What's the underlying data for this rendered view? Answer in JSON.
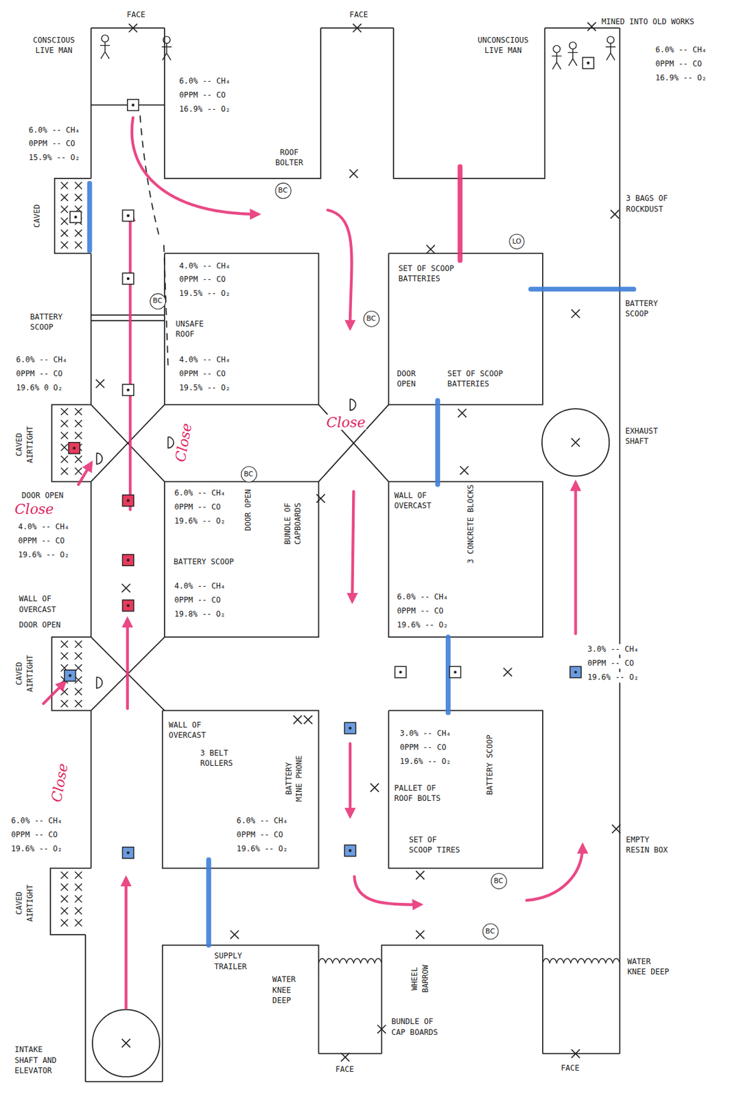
{
  "diagram": {
    "nodes": [
      {
        "text": [
          "BC"
        ]
      },
      {
        "text": [
          "LO"
        ]
      },
      {
        "text": [
          "BC"
        ]
      },
      {
        "text": [
          "BC"
        ]
      },
      {
        "text": [
          "BC"
        ]
      },
      {
        "text": [
          "BC"
        ]
      },
      {
        "text": [
          "BC"
        ]
      }
    ],
    "labels": [
      "FACE",
      "FACE",
      "MINED INTO OLD WORKS",
      "CONSCIOUS LIVE MAN",
      "UNCONSCIOUS LIVE MAN",
      "6.0% -- CH₄",
      "0PPM -- CO",
      "16.9% -- O₂",
      "6.0% -- CH₄",
      "0PPM -- CO",
      "15.9% -- O₂",
      "6.0% -- CH₄",
      "0PPM -- CO",
      "16.9% -- O₂",
      "ROOF BOLTER",
      "3 BAGS OF ROCKDUST",
      "CAVED",
      "4.0% -- CH₄",
      "0PPM -- CO",
      "19.5% -- O₂",
      "SET OF SCOOP BATTERIES",
      "BATTERY SCOOP",
      "BATTERY SCOOP",
      "UNSAFE ROOF",
      "4.0% -- CH₄",
      "0PPM -- CO",
      "19.5% -- O₂",
      "6.0% -- CH₄",
      "0PPM -- CO",
      "19.6% 0 O₂",
      "DOOR OPEN",
      "SET OF SCOOP BATTERIES",
      "CAVED AIRTIGHT",
      "EXHAUST SHAFT",
      "DOOR OPEN",
      "Close",
      "Close",
      "Close",
      "DOOR OPEN",
      "BUNDLE OF CAPBOARDS",
      "WALL OF OVERCAST",
      "3 CONCRETE BLOCKS",
      "6.0% -- CH₄",
      "0PPM -- CO",
      "19.6% -- O₂",
      "4.0% -- CH₄",
      "0PPM -- CO",
      "19.6% -- O₂",
      "4.0% -- CH₄",
      "0PPM -- CO",
      "19.8% -- O₂",
      "6.0% -- CH₄",
      "0PPM -- CO",
      "19.6% -- O₂",
      "BATTERY SCOOP",
      "WALL OF OVERCAST",
      "DOOR OPEN",
      "CAVED AIRTIGHT",
      "Close",
      "3.0% -- CH₄",
      "0PPM -- CO",
      "19.6% -- O₂",
      "WALL OF OVERCAST",
      "3 BELT ROLLERS",
      "BATTERY MINE PHONE",
      "BATTERY SCOOP",
      "3.0% -- CH₄",
      "0PPM -- CO",
      "19.6% -- O₂",
      "PALLET OF ROOF BOLTS",
      "6.0% -- CH₄",
      "0PPM -- CO",
      "19.6% -- O₂",
      "6.0% -- CH₄",
      "0PPM -- CO",
      "19.6% -- O₂",
      "SET OF SCOOP TIRES",
      "EMPTY RESIN BOX",
      "CAVED AIRTIGHT",
      "SUPPLY TRAILER",
      "WATER KNEE DEEP",
      "WHEEL BARROW",
      "WATER KNEE DEEP",
      "BUNDLE OF CAP BOARDS",
      "INTAKE SHAFT AND ELEVATOR",
      "FACE",
      "FACE"
    ]
  }
}
